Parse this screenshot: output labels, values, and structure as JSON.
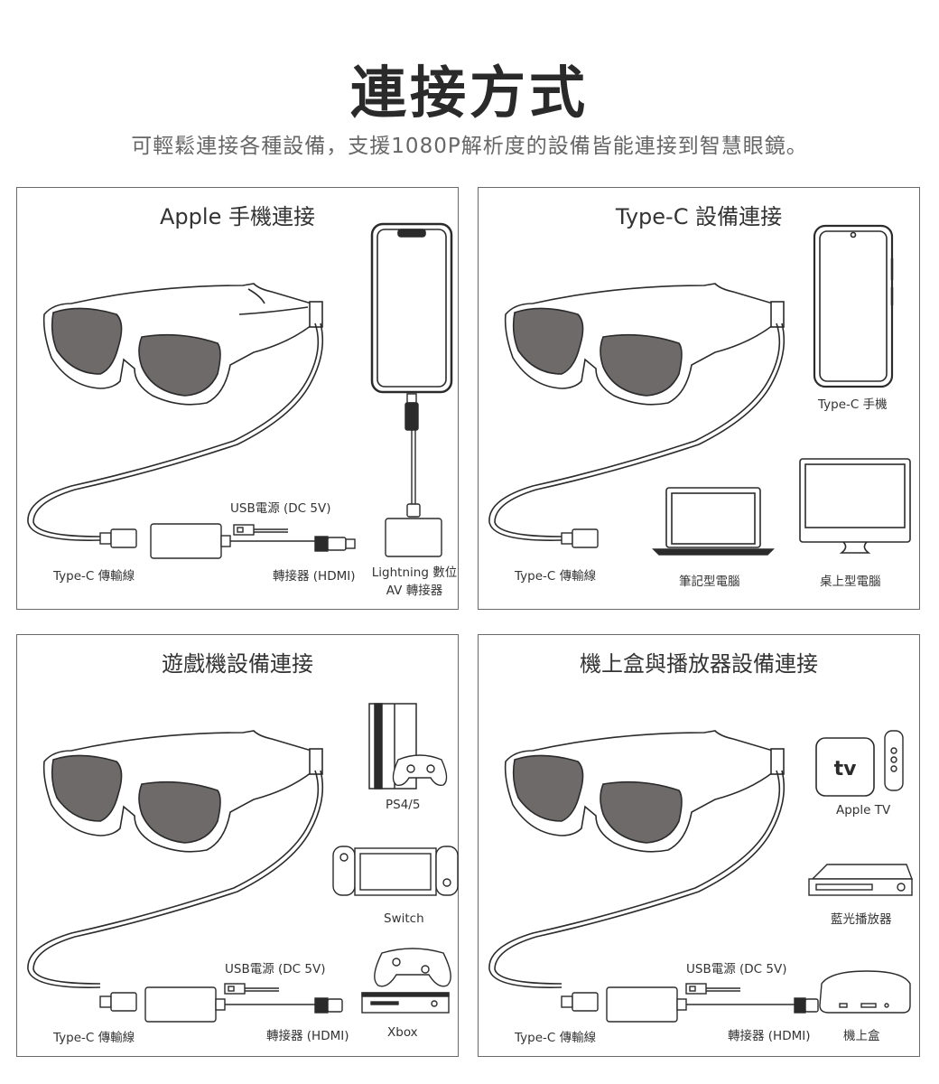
{
  "header": {
    "title": "連接方式",
    "subtitle": "可輕鬆連接各種設備，支援1080P解析度的設備皆能連接到智慧眼鏡。"
  },
  "panels": [
    {
      "title": "Apple 手機連接",
      "labels": {
        "cable": "Type-C 傳輸線",
        "usb_power": "USB電源 (DC 5V)",
        "adapter": "轉接器 (HDMI)",
        "lightning_line1": "Lightning 數位",
        "lightning_line2": "AV 轉接器"
      }
    },
    {
      "title": "Type-C 設備連接",
      "labels": {
        "cable": "Type-C 傳輸線",
        "phone": "Type-C 手機",
        "laptop": "筆記型電腦",
        "desktop": "桌上型電腦"
      }
    },
    {
      "title": "遊戲機設備連接",
      "labels": {
        "ps": "PS4/5",
        "switch": "Switch",
        "usb_power": "USB電源 (DC 5V)",
        "cable": "Type-C 傳輸線",
        "adapter": "轉接器 (HDMI)",
        "xbox": "Xbox"
      }
    },
    {
      "title": "機上盒與播放器設備連接",
      "labels": {
        "appletv": "Apple TV",
        "tv_logo": "tv",
        "bluray": "藍光播放器",
        "usb_power": "USB電源 (DC 5V)",
        "cable": "Type-C 傳輸線",
        "adapter": "轉接器 (HDMI)",
        "settop": "機上盒"
      }
    }
  ],
  "colors": {
    "lens": "#6e6a6a",
    "line": "#2b2b2b",
    "frame": "#6a6a6a"
  },
  "icons": [
    "glasses-icon",
    "iphone-icon",
    "lightning-adapter-icon",
    "usb-plug-icon",
    "hdmi-adapter-icon",
    "android-phone-icon",
    "laptop-icon",
    "monitor-icon",
    "playstation-icon",
    "gamepad-icon",
    "switch-icon",
    "xbox-controller-icon",
    "xbox-console-icon",
    "apple-tv-icon",
    "remote-icon",
    "bluray-player-icon",
    "settop-box-icon"
  ]
}
